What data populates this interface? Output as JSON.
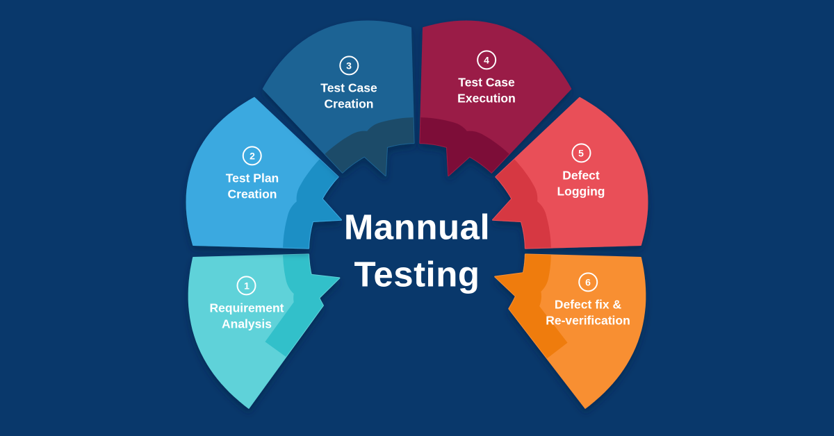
{
  "title": {
    "line1": "Mannual",
    "line2": "Testing"
  },
  "colors": {
    "background": "#09386B",
    "text": "#FFFFFF",
    "shadow": "#04203F"
  },
  "segments": [
    {
      "number": "1",
      "lines": [
        "Requirement",
        "Analysis"
      ],
      "color": "#5FD2D9",
      "band_color": "#33C0CA"
    },
    {
      "number": "2",
      "lines": [
        "Test Plan",
        "Creation"
      ],
      "color": "#3BA9E0",
      "band_color": "#1E8FC5"
    },
    {
      "number": "3",
      "lines": [
        "Test Case",
        "Creation"
      ],
      "color": "#1D6394",
      "band_color": "#1C4C69"
    },
    {
      "number": "4",
      "lines": [
        "Test Case",
        "Execution"
      ],
      "color": "#9A1B46",
      "band_color": "#7D1037"
    },
    {
      "number": "5",
      "lines": [
        "Defect",
        "Logging"
      ],
      "color": "#E95059",
      "band_color": "#D63843"
    },
    {
      "number": "6",
      "lines": [
        "Defect fix &",
        "Re-verification"
      ],
      "color": "#F88F33",
      "band_color": "#EF7C0E"
    }
  ]
}
